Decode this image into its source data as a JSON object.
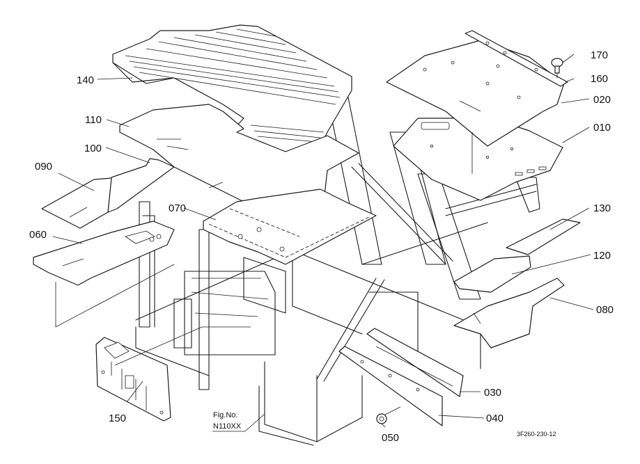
{
  "parts": [
    {
      "id": "p170",
      "number": "170"
    },
    {
      "id": "p160",
      "number": "160"
    },
    {
      "id": "p020",
      "number": "020"
    },
    {
      "id": "p010",
      "number": "010"
    },
    {
      "id": "p140",
      "number": "140"
    },
    {
      "id": "p110",
      "number": "110"
    },
    {
      "id": "p100",
      "number": "100"
    },
    {
      "id": "p090",
      "number": "090"
    },
    {
      "id": "p070",
      "number": "070"
    },
    {
      "id": "p060",
      "number": "060"
    },
    {
      "id": "p130",
      "number": "130"
    },
    {
      "id": "p120",
      "number": "120"
    },
    {
      "id": "p080",
      "number": "080"
    },
    {
      "id": "p150",
      "number": "150"
    },
    {
      "id": "p030",
      "number": "030"
    },
    {
      "id": "p040",
      "number": "040"
    },
    {
      "id": "p050",
      "number": "050"
    }
  ],
  "figure": {
    "label": "Fig.No.",
    "number": "N110XX"
  },
  "drawing_code": "3F260-230-12"
}
